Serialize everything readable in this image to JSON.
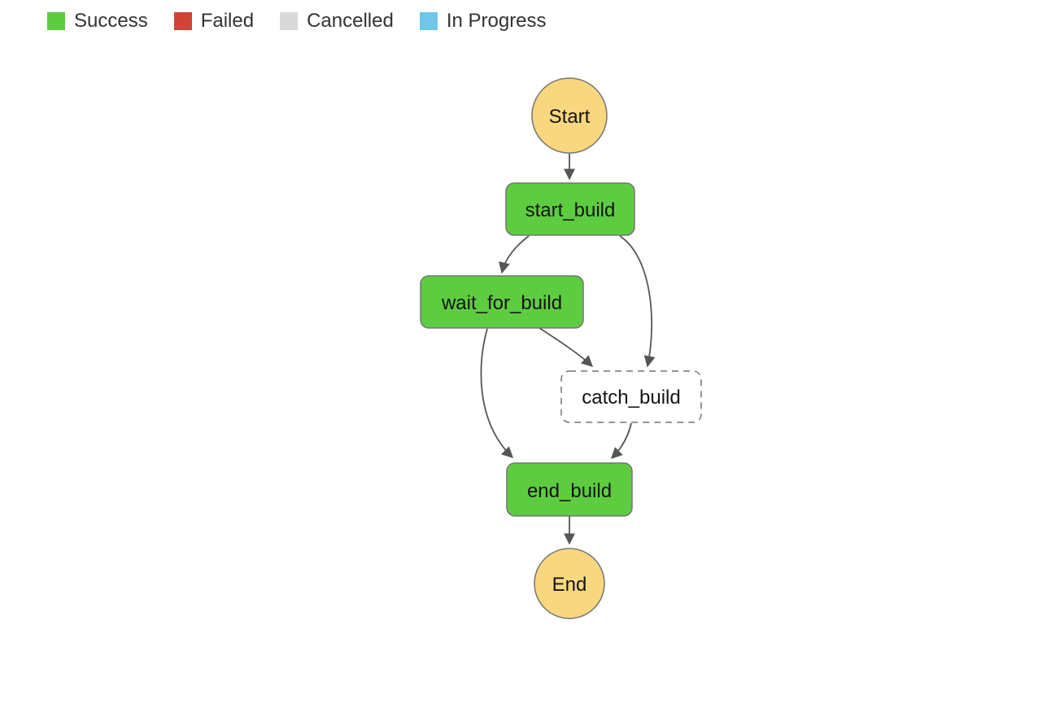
{
  "legend": {
    "items": [
      {
        "label": "Success",
        "color": "#5ECC41"
      },
      {
        "label": "Failed",
        "color": "#CF4437"
      },
      {
        "label": "Cancelled",
        "color": "#D9D9D9"
      },
      {
        "label": "In Progress",
        "color": "#6FC6E9"
      }
    ]
  },
  "diagram": {
    "nodes": {
      "start": {
        "label": "Start",
        "status": "terminal"
      },
      "start_build": {
        "label": "start_build",
        "status": "success"
      },
      "wait_for_build": {
        "label": "wait_for_build",
        "status": "success"
      },
      "catch_build": {
        "label": "catch_build",
        "status": "not_executed"
      },
      "end_build": {
        "label": "end_build",
        "status": "success"
      },
      "end": {
        "label": "End",
        "status": "terminal"
      }
    },
    "edges": [
      {
        "from": "Start",
        "to": "start_build"
      },
      {
        "from": "start_build",
        "to": "wait_for_build"
      },
      {
        "from": "start_build",
        "to": "catch_build"
      },
      {
        "from": "wait_for_build",
        "to": "catch_build"
      },
      {
        "from": "wait_for_build",
        "to": "end_build"
      },
      {
        "from": "catch_build",
        "to": "end_build"
      },
      {
        "from": "end_build",
        "to": "End"
      }
    ],
    "colors": {
      "success_fill": "#5ECC41",
      "terminal_fill": "#F9D77E",
      "pending_fill": "#FFFFFF",
      "node_border": "#757575",
      "edge": "#565656"
    }
  }
}
